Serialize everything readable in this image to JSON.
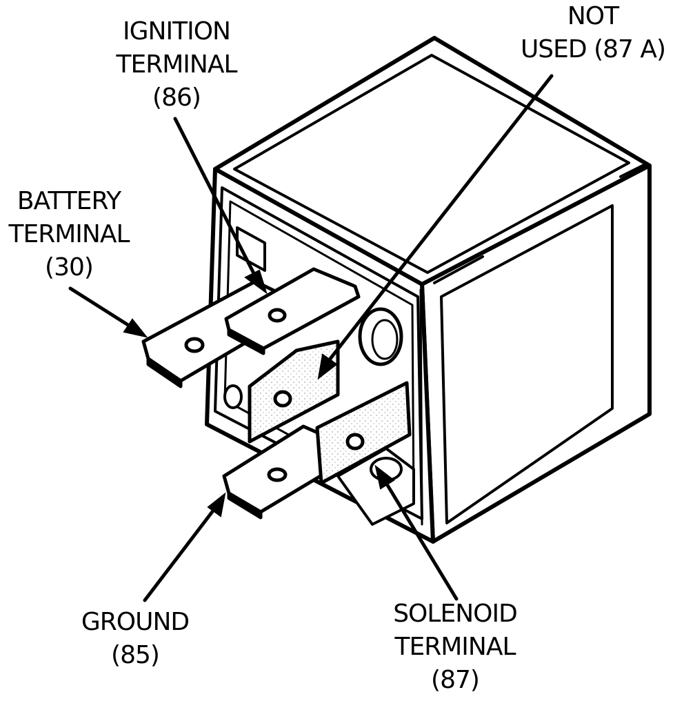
{
  "colors": {
    "ink": "#000000",
    "paper": "#ffffff"
  },
  "labels": {
    "ignition": {
      "line1": "IGNITION",
      "line2": "TERMINAL",
      "line3": "(86)"
    },
    "not_used": {
      "line1": "NOT",
      "line2": "USED (87 A)"
    },
    "battery": {
      "line1": "BATTERY",
      "line2": "TERMINAL",
      "line3": "(30)"
    },
    "ground": {
      "line1": "GROUND",
      "line2": "(85)"
    },
    "solenoid": {
      "line1": "SOLENOID",
      "line2": "TERMINAL",
      "line3": "(87)"
    }
  }
}
